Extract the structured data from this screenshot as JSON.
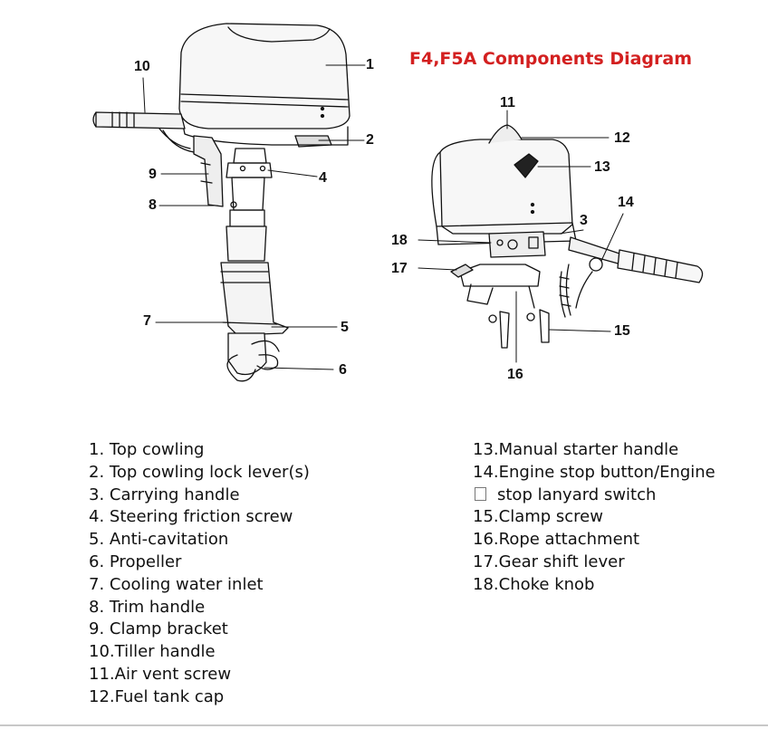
{
  "title": "F4,F5A Components Diagram",
  "callouts": {
    "c1": "1",
    "c2": "2",
    "c3": "3",
    "c4": "4",
    "c5": "5",
    "c6": "6",
    "c7": "7",
    "c8": "8",
    "c9": "9",
    "c10": "10",
    "c11": "11",
    "c12": "12",
    "c13": "13",
    "c14": "14",
    "c15": "15",
    "c16": "16",
    "c17": "17",
    "c18": "18"
  },
  "legend_left": [
    "1. Top cowling",
    "2. Top cowling lock lever(s)",
    "3. Carrying handle",
    "4. Steering friction screw",
    "5. Anti-cavitation",
    "6. Propeller",
    "7. Cooling water inlet",
    "8. Trim handle",
    "9. Clamp bracket",
    "10.Tiller handle",
    "11.Air vent screw",
    "12.Fuel tank cap"
  ],
  "legend_right": [
    "13.Manual starter handle",
    "14.Engine stop button/Engine",
    "stop lanyard switch",
    "15.Clamp screw",
    "16.Rope attachment",
    "17.Gear shift lever",
    "18.Choke knob"
  ],
  "colors": {
    "title": "#d32020",
    "line": "#111111"
  }
}
